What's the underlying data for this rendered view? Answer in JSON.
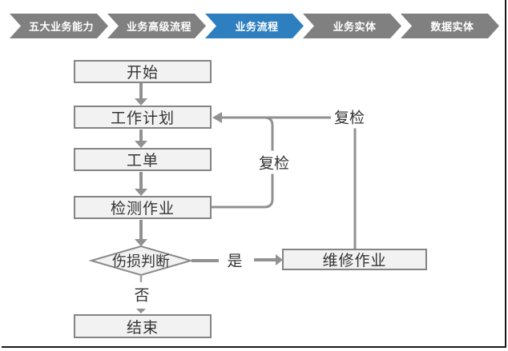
{
  "colors": {
    "accent_blue": "#2e7fc0",
    "chevron_gray": "#808080",
    "connector_gray": "#919191",
    "box_fill": "#f2f2f2",
    "box_border": "#848484",
    "text_dark": "#333333",
    "nav_text": "#ffffff",
    "frame_black": "#1a1a1a"
  },
  "nav": {
    "items": [
      {
        "label": "五大业务能力",
        "active": false
      },
      {
        "label": "业务高级流程",
        "active": false
      },
      {
        "label": "业务流程",
        "active": true
      },
      {
        "label": "业务实体",
        "active": false
      },
      {
        "label": "数据实体",
        "active": false
      }
    ]
  },
  "flowchart": {
    "nodes": {
      "start": "开始",
      "plan": "工作计划",
      "order": "工单",
      "inspect": "检测作业",
      "decision": "伤损判断",
      "repair": "维修作业",
      "end": "结束"
    },
    "edge_labels": {
      "yes": "是",
      "no": "否",
      "recheck_inner": "复检",
      "recheck_outer": "复检"
    }
  }
}
